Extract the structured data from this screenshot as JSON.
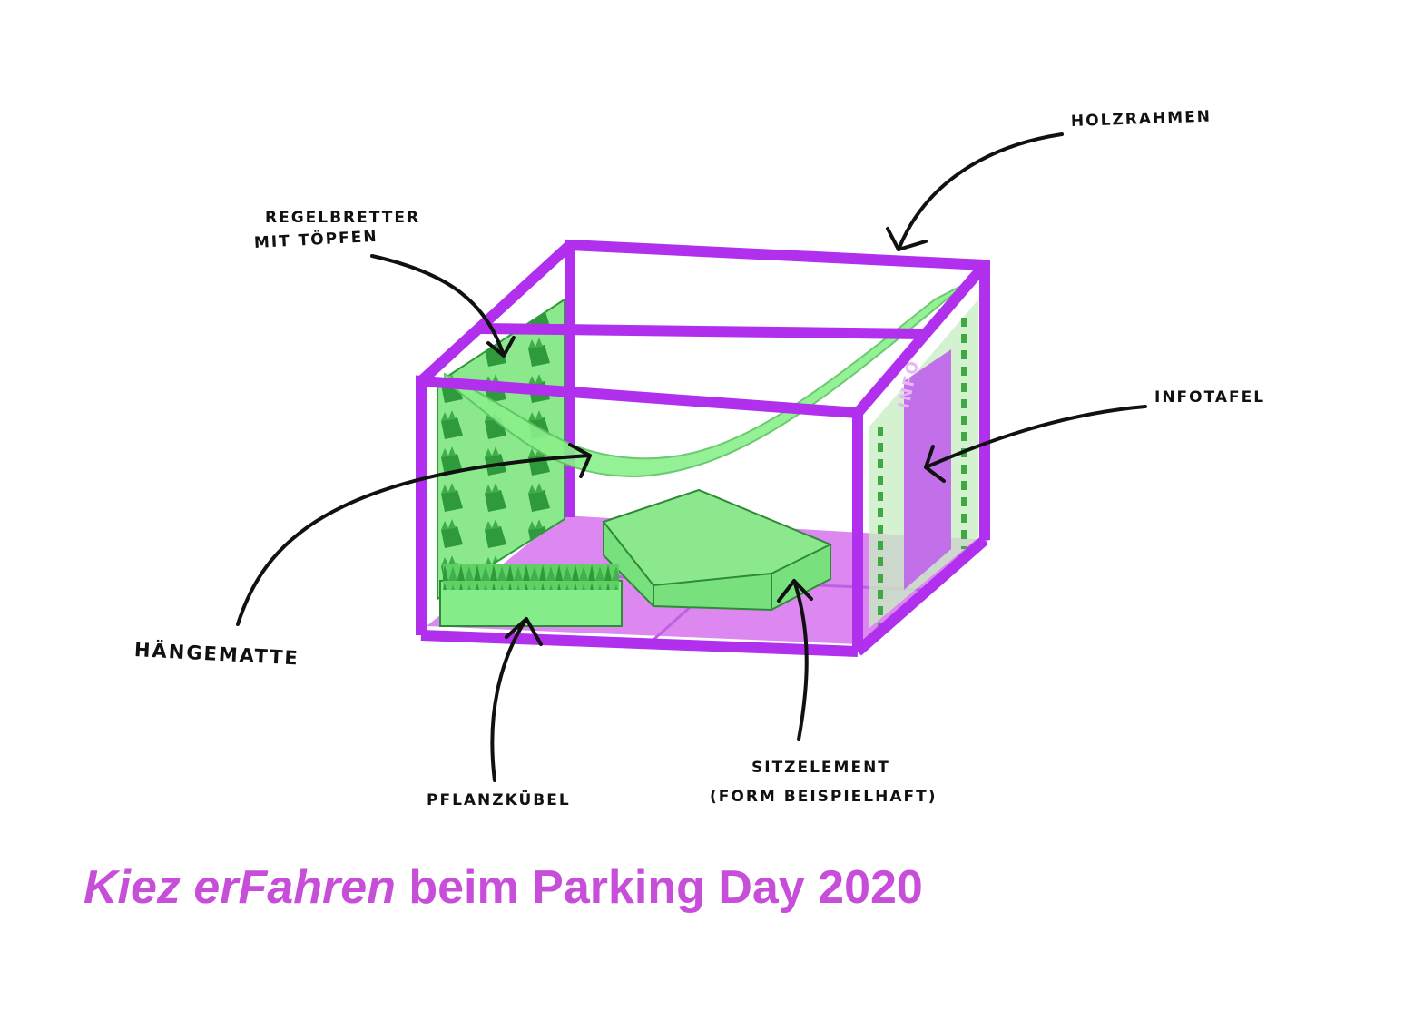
{
  "labels": {
    "holzrahmen": "HOLZRAHMEN",
    "regalbretter_1": "REGELBRETTER",
    "regalbretter_2": "MIT TÖPFEN",
    "infotafel": "INFOTAFEL",
    "haengematte": "HÄNGEMATTE",
    "pflanzkuebel": "PFLANZKÜBEL",
    "sitzelement_1": "SITZELEMENT",
    "sitzelement_2": "(FORM BEISPIELHAFT)",
    "info_sign": "INFO"
  },
  "caption": {
    "italic_part": "Kiez erFahren",
    "rest": " beim Parking Day 2020"
  },
  "colors": {
    "frame": "#b030ee",
    "floor": "#dc88f0",
    "plant": "#86f08a",
    "plant_dark": "#2e9a3c",
    "caption": "#c74ed8",
    "ink": "#111111"
  }
}
